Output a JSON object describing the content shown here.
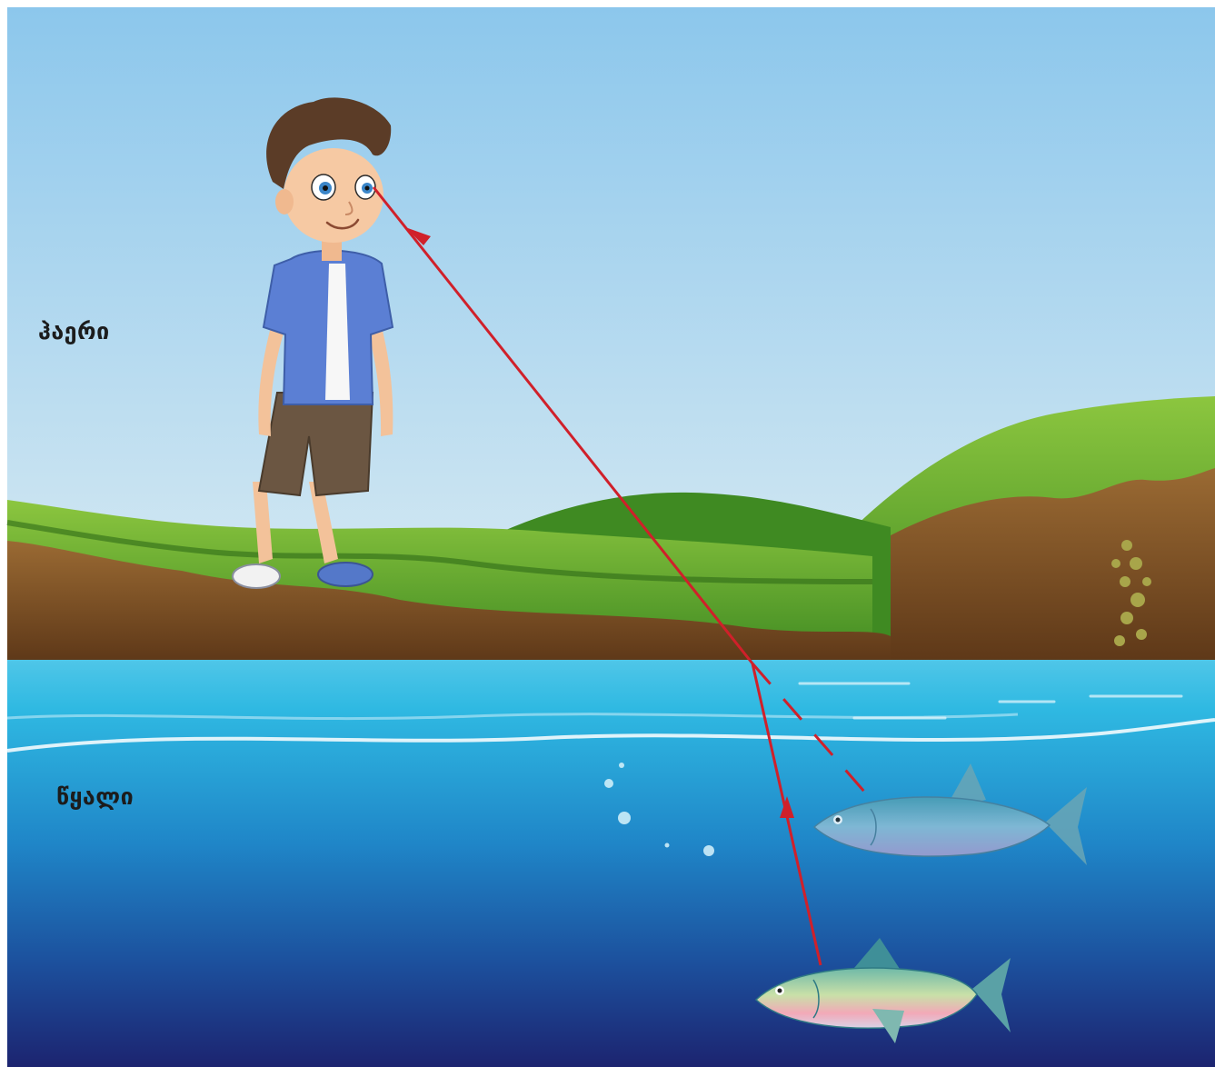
{
  "labels": {
    "air": "ჰაერი",
    "water": "წყალი"
  },
  "colors": {
    "sky_top": "#8cc7ec",
    "sky_bottom": "#dcecf3",
    "grass": "#4e9a2a",
    "grass_light": "#7dbb3a",
    "soil": "#7a4b24",
    "water_surface": "#2fb9e2",
    "water_deep": "#1c2470",
    "ray": "#d0202a"
  },
  "icons": [
    "boy-figure",
    "real-fish",
    "apparent-fish",
    "bubble-icon"
  ]
}
